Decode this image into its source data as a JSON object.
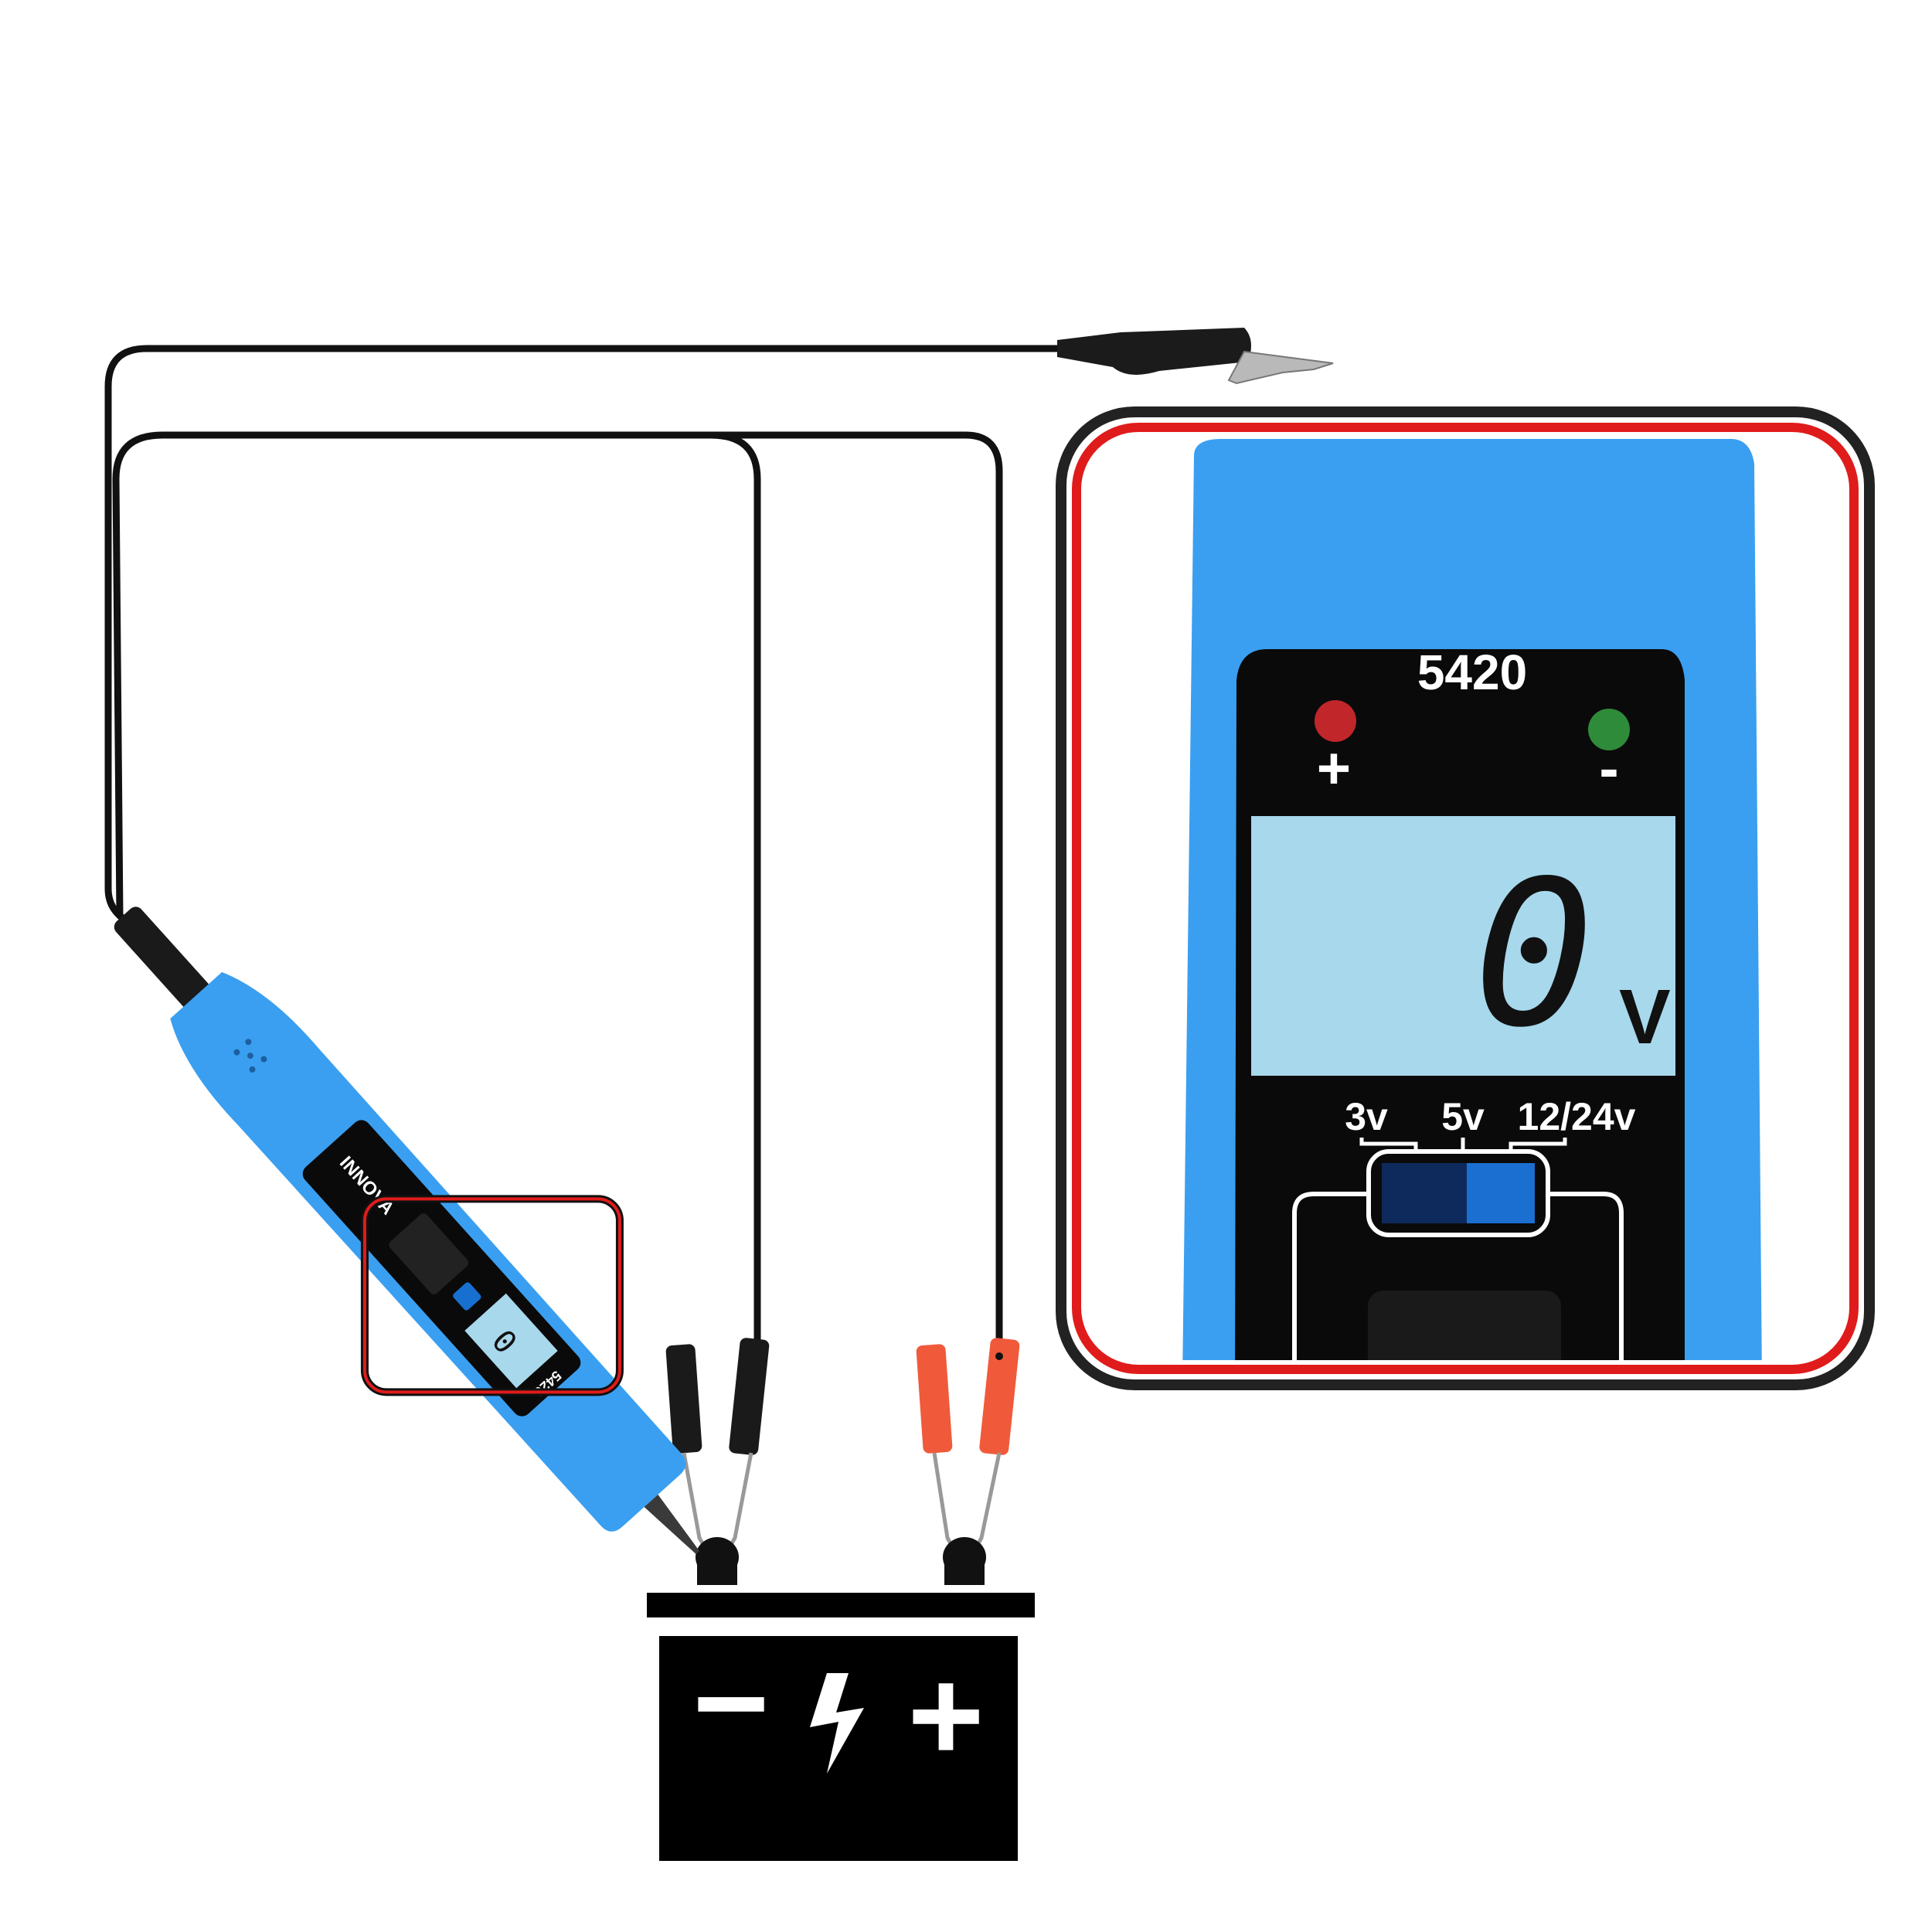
{
  "tester": {
    "brand": "INNOVA",
    "model": "5420",
    "reading": "0",
    "unit": "V",
    "led_positive_label": "+",
    "led_negative_label": "-",
    "range_labels": [
      "3v",
      "5v",
      "12/24v"
    ],
    "selected_range": "12/24v"
  },
  "battery": {
    "negative_label": "−",
    "positive_label": "+"
  },
  "colors": {
    "tester_blue": "#3a9ff0",
    "lcd": "#a8d8ec",
    "inset_border_red": "#e01b1b",
    "clip_red": "#f05a3a",
    "wire": "#111111"
  }
}
